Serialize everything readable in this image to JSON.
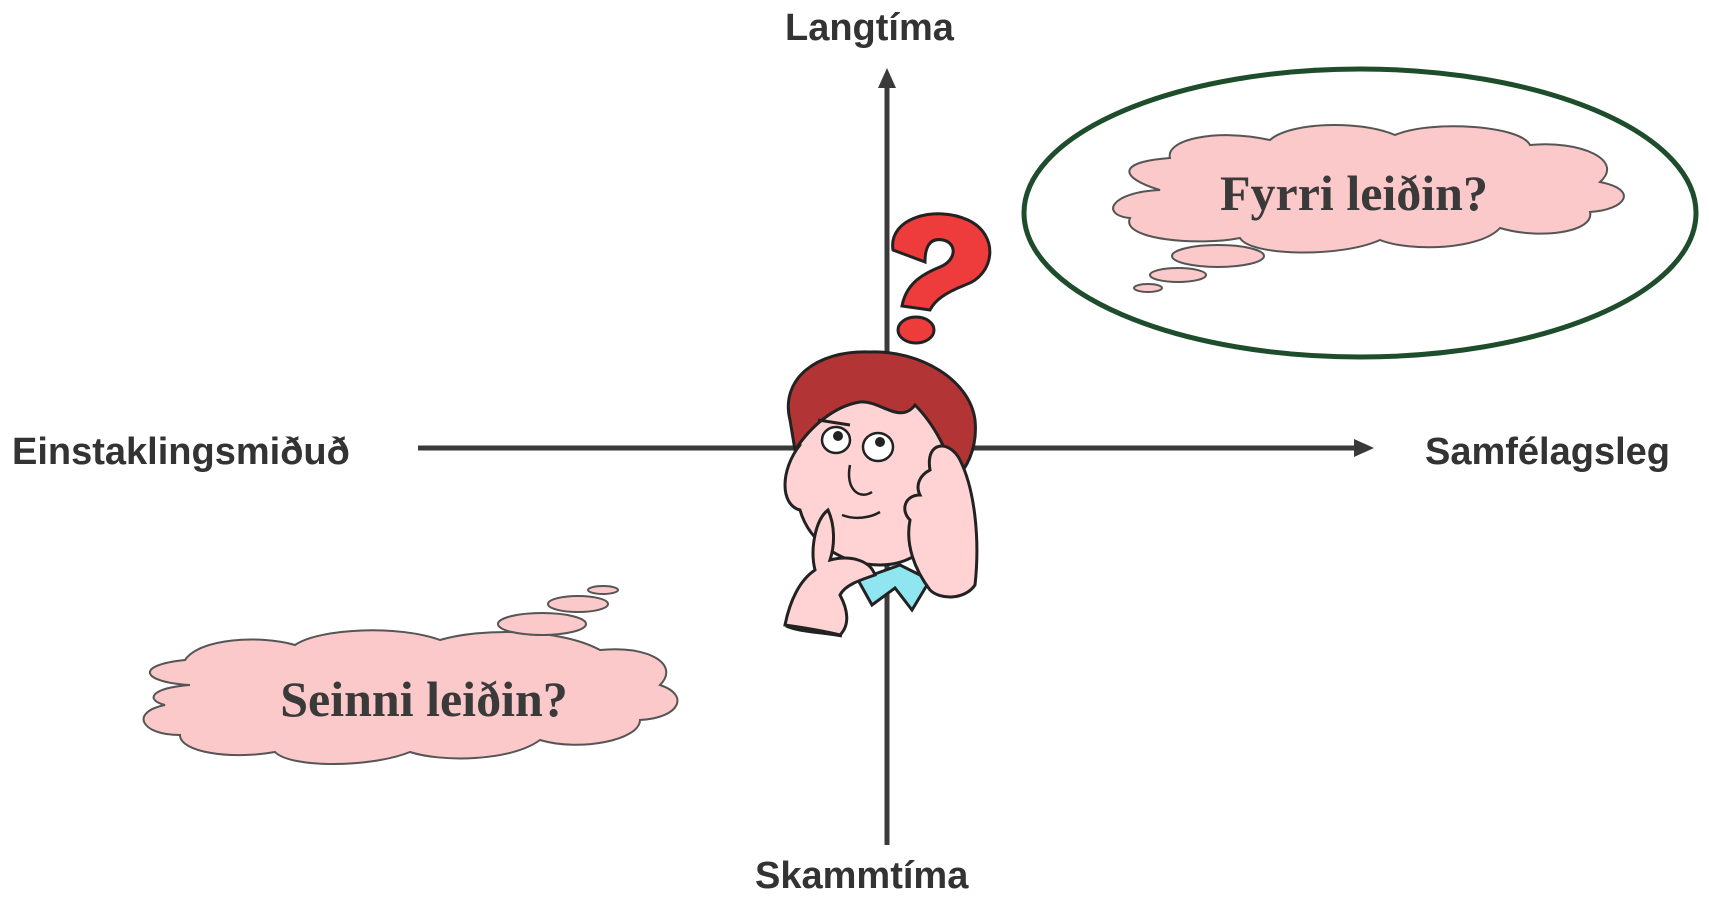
{
  "axes": {
    "top_label": "Langtíma",
    "bottom_label": "Skammtíma",
    "left_label": "Einstaklingsmiðuð",
    "right_label": "Samfélagsleg"
  },
  "bubbles": {
    "upper_right": "Fyrri leiðin?",
    "lower_left": "Seinni leiðin?"
  },
  "colors": {
    "axis": "#3a3a3a",
    "text": "#333333",
    "bubble_fill": "#fbc9c9",
    "bubble_stroke": "#555555",
    "ellipse_stroke": "#1e4d2b",
    "question_mark": "#ee3b3b",
    "hair": "#b23434",
    "skin": "#ffd3d3",
    "collar": "#8fe6f0"
  },
  "icons": {
    "question": "question-mark-icon",
    "person": "thinking-person-icon"
  }
}
